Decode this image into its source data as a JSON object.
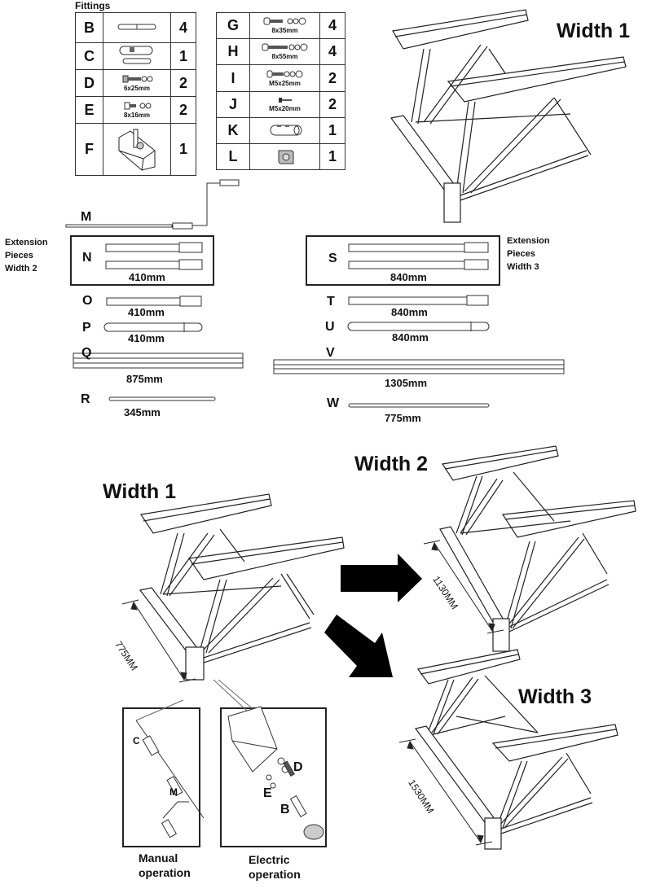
{
  "fittings": {
    "title": "Fittings",
    "left_table": [
      {
        "letter": "B",
        "part": "pin",
        "size": "",
        "qty": "4"
      },
      {
        "letter": "C",
        "part": "coupling",
        "size": "",
        "qty": "1"
      },
      {
        "letter": "D",
        "part": "bolt",
        "size": "6x25mm",
        "qty": "2"
      },
      {
        "letter": "E",
        "part": "bolt",
        "size": "8x16mm",
        "qty": "2"
      },
      {
        "letter": "F",
        "part": "bracket",
        "size": "",
        "qty": "1"
      }
    ],
    "right_table": [
      {
        "letter": "G",
        "part": "bolt",
        "size": "8x35mm",
        "qty": "4"
      },
      {
        "letter": "H",
        "part": "bolt",
        "size": "8x55mm",
        "qty": "4"
      },
      {
        "letter": "I",
        "part": "bolt",
        "size": "M5x25mm",
        "qty": "2"
      },
      {
        "letter": "J",
        "part": "screw",
        "size": "M5x20mm",
        "qty": "2"
      },
      {
        "letter": "K",
        "part": "sleeve",
        "size": "",
        "qty": "1"
      },
      {
        "letter": "L",
        "part": "block",
        "size": "",
        "qty": "1"
      }
    ]
  },
  "parts": {
    "M": {
      "letter": "M"
    },
    "extension_left": {
      "title_lines": [
        "Extension",
        "Pieces",
        "Width 2"
      ]
    },
    "extension_right": {
      "title_lines": [
        "Extension",
        "Pieces",
        "Width 3"
      ]
    },
    "N": {
      "letter": "N",
      "length": "410mm"
    },
    "O": {
      "letter": "O",
      "length": "410mm"
    },
    "P": {
      "letter": "P",
      "length": "410mm"
    },
    "Q": {
      "letter": "Q",
      "length": "875mm"
    },
    "R": {
      "letter": "R",
      "length": "345mm"
    },
    "S": {
      "letter": "S",
      "length": "840mm"
    },
    "T": {
      "letter": "T",
      "length": "840mm"
    },
    "U": {
      "letter": "U",
      "length": "840mm"
    },
    "V": {
      "letter": "V",
      "length": "1305mm"
    },
    "W": {
      "letter": "W",
      "length": "775mm"
    }
  },
  "lifts": {
    "top": {
      "label": "Width 1"
    },
    "width1": {
      "label": "Width 1",
      "dimension": "775MM"
    },
    "width2": {
      "label": "Width 2",
      "dimension": "1130MM"
    },
    "width3": {
      "label": "Width 3",
      "dimension": "1530MM"
    }
  },
  "operation": {
    "manual": {
      "caption_lines": [
        "Manual",
        "operation"
      ],
      "labels": [
        "C",
        "M"
      ]
    },
    "electric": {
      "caption_lines": [
        "Electric",
        "operation"
      ],
      "labels": [
        "D",
        "E",
        "B"
      ]
    }
  }
}
